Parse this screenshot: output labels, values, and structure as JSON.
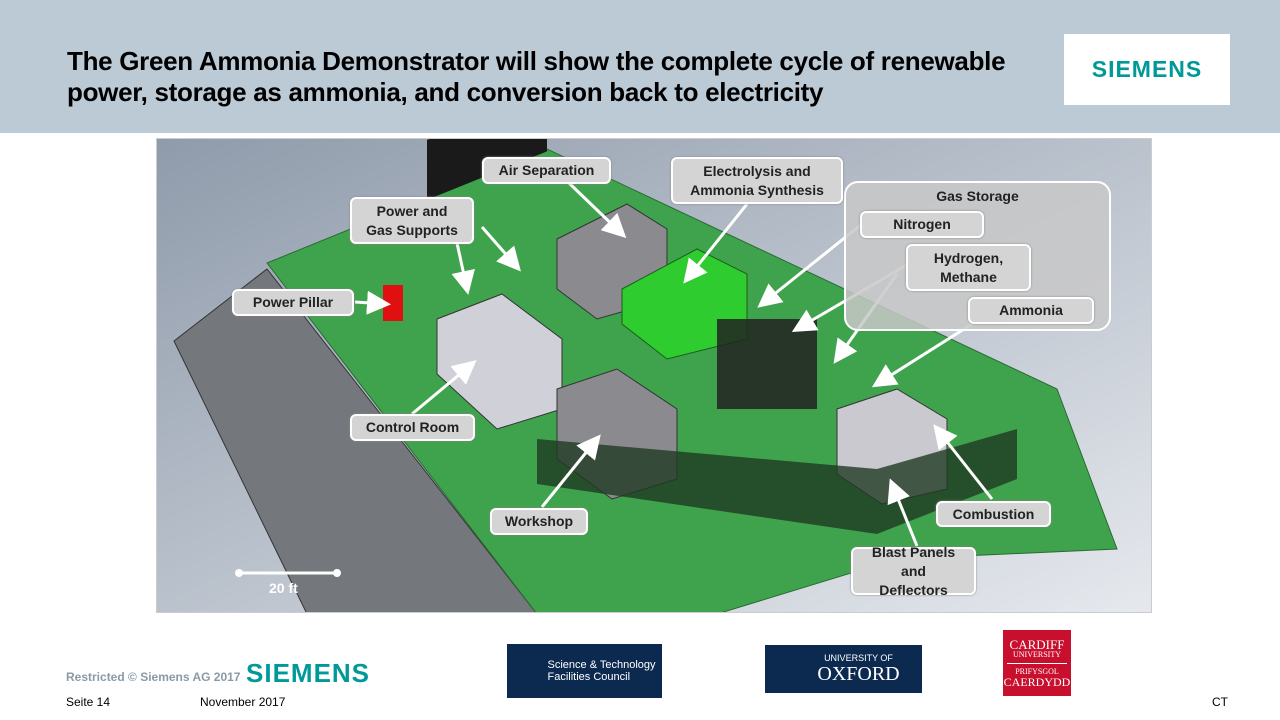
{
  "header": {
    "title": "The Green Ammonia Demonstrator will show the complete cycle of renewable power, storage as ammonia, and conversion back to electricity",
    "logo": "SIEMENS"
  },
  "figure": {
    "labels": {
      "air_separation": "Air Separation",
      "power_gas_supports": "Power and Gas Supports",
      "electrolysis": "Electrolysis and Ammonia Synthesis",
      "gas_storage": "Gas Storage",
      "nitrogen": "Nitrogen",
      "hydrogen_methane": "Hydrogen, Methane",
      "ammonia": "Ammonia",
      "power_pillar": "Power Pillar",
      "control_room": "Control Room",
      "workshop": "Workshop",
      "combustion": "Combustion",
      "blast_panels": "Blast Panels and Deflectors"
    },
    "scale": "20 ft"
  },
  "footer": {
    "restricted": "Restricted © Siemens AG 2017",
    "siemens_logo": "SIEMENS",
    "page": "Seite 14",
    "date": "November 2017",
    "initials": "CT",
    "partners": {
      "stfc": "Science & Technology Facilities Council",
      "oxford_top": "UNIVERSITY OF",
      "oxford": "OXFORD",
      "cardiff_1": "CARDIFF",
      "cardiff_2": "UNIVERSITY",
      "cardiff_3": "PRIFYSGOL",
      "cardiff_4": "CAERDYDD"
    }
  },
  "colors": {
    "header_bg": "#bccad5",
    "siemens": "#009999",
    "site_green": "#3fa34d",
    "stfc": "#0c2a4f",
    "oxford": "#0c2a4f",
    "cardiff": "#c8102e"
  }
}
